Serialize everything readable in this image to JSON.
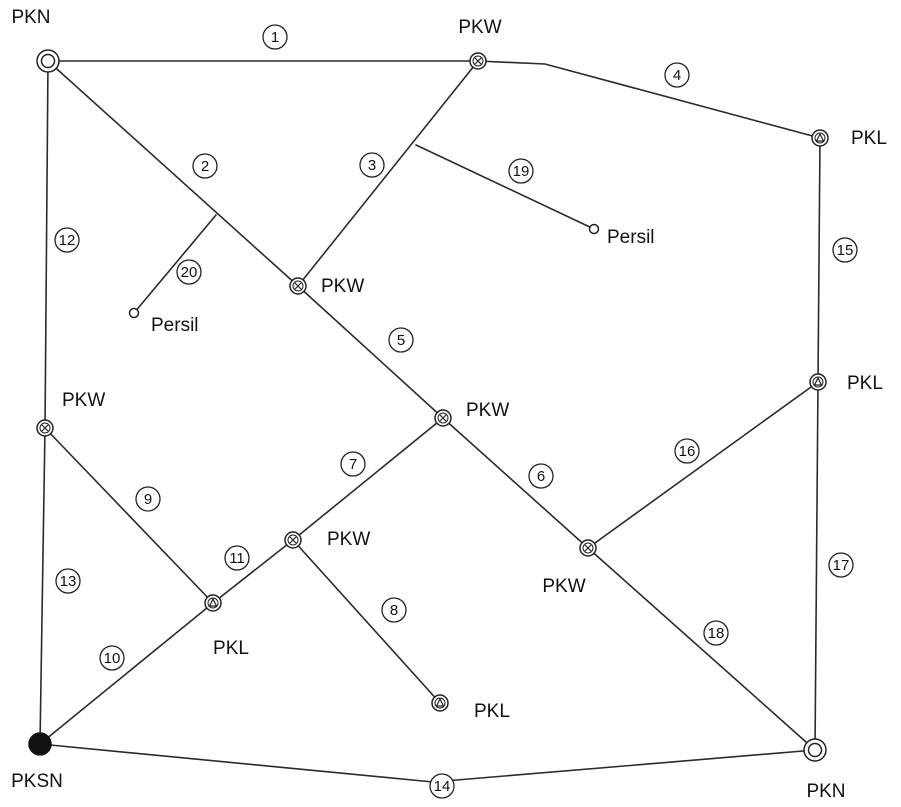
{
  "nodes": [
    {
      "id": "n1",
      "label": "PKN",
      "kind": "pkn"
    },
    {
      "id": "n2",
      "label": "PKW",
      "kind": "pkw"
    },
    {
      "id": "n3",
      "label": "PKL",
      "kind": "pkl"
    },
    {
      "id": "n4",
      "label": "PKW",
      "kind": "pkw"
    },
    {
      "id": "n5",
      "label": "Persil",
      "kind": "persil"
    },
    {
      "id": "n6",
      "label": "Persil",
      "kind": "persil"
    },
    {
      "id": "n7",
      "label": "PKL",
      "kind": "pkl"
    },
    {
      "id": "n8",
      "label": "PKW",
      "kind": "pkw"
    },
    {
      "id": "n9",
      "label": "PKW",
      "kind": "pkw"
    },
    {
      "id": "n10",
      "label": "PKW",
      "kind": "pkw"
    },
    {
      "id": "n11",
      "label": "PKW",
      "kind": "pkw"
    },
    {
      "id": "n12",
      "label": "PKL",
      "kind": "pkl"
    },
    {
      "id": "n13",
      "label": "PKL",
      "kind": "pkl"
    },
    {
      "id": "n14",
      "label": "PKSN",
      "kind": "pksn"
    },
    {
      "id": "n15",
      "label": "PKN",
      "kind": "pkn"
    }
  ],
  "segments": [
    {
      "num": "1",
      "from": "n1",
      "to": "n2"
    },
    {
      "num": "2",
      "from": "n1",
      "to": "n4"
    },
    {
      "num": "3",
      "from": "n4",
      "to": "n2"
    },
    {
      "num": "4",
      "from": "n2",
      "to": "n3"
    },
    {
      "num": "5",
      "from": "n4",
      "to": "n8"
    },
    {
      "num": "6",
      "from": "n8",
      "to": "n11"
    },
    {
      "num": "7",
      "from": "n8",
      "to": "n10"
    },
    {
      "num": "8",
      "from": "n10",
      "to": "n13"
    },
    {
      "num": "9",
      "from": "n9",
      "to": "n12"
    },
    {
      "num": "10",
      "from": "n14",
      "to": "n12"
    },
    {
      "num": "11",
      "from": "n12",
      "to": "n10"
    },
    {
      "num": "12",
      "from": "n1",
      "to": "n9"
    },
    {
      "num": "13",
      "from": "n9",
      "to": "n14"
    },
    {
      "num": "14",
      "from": "n14",
      "to": "n15"
    },
    {
      "num": "15",
      "from": "n3",
      "to": "n7"
    },
    {
      "num": "16",
      "from": "n11",
      "to": "n7"
    },
    {
      "num": "17",
      "from": "n7",
      "to": "n15"
    },
    {
      "num": "18",
      "from": "n11",
      "to": "n15"
    },
    {
      "num": "19",
      "from": "branch19",
      "to": "n5"
    },
    {
      "num": "20",
      "from": "branch20",
      "to": "n6"
    }
  ]
}
